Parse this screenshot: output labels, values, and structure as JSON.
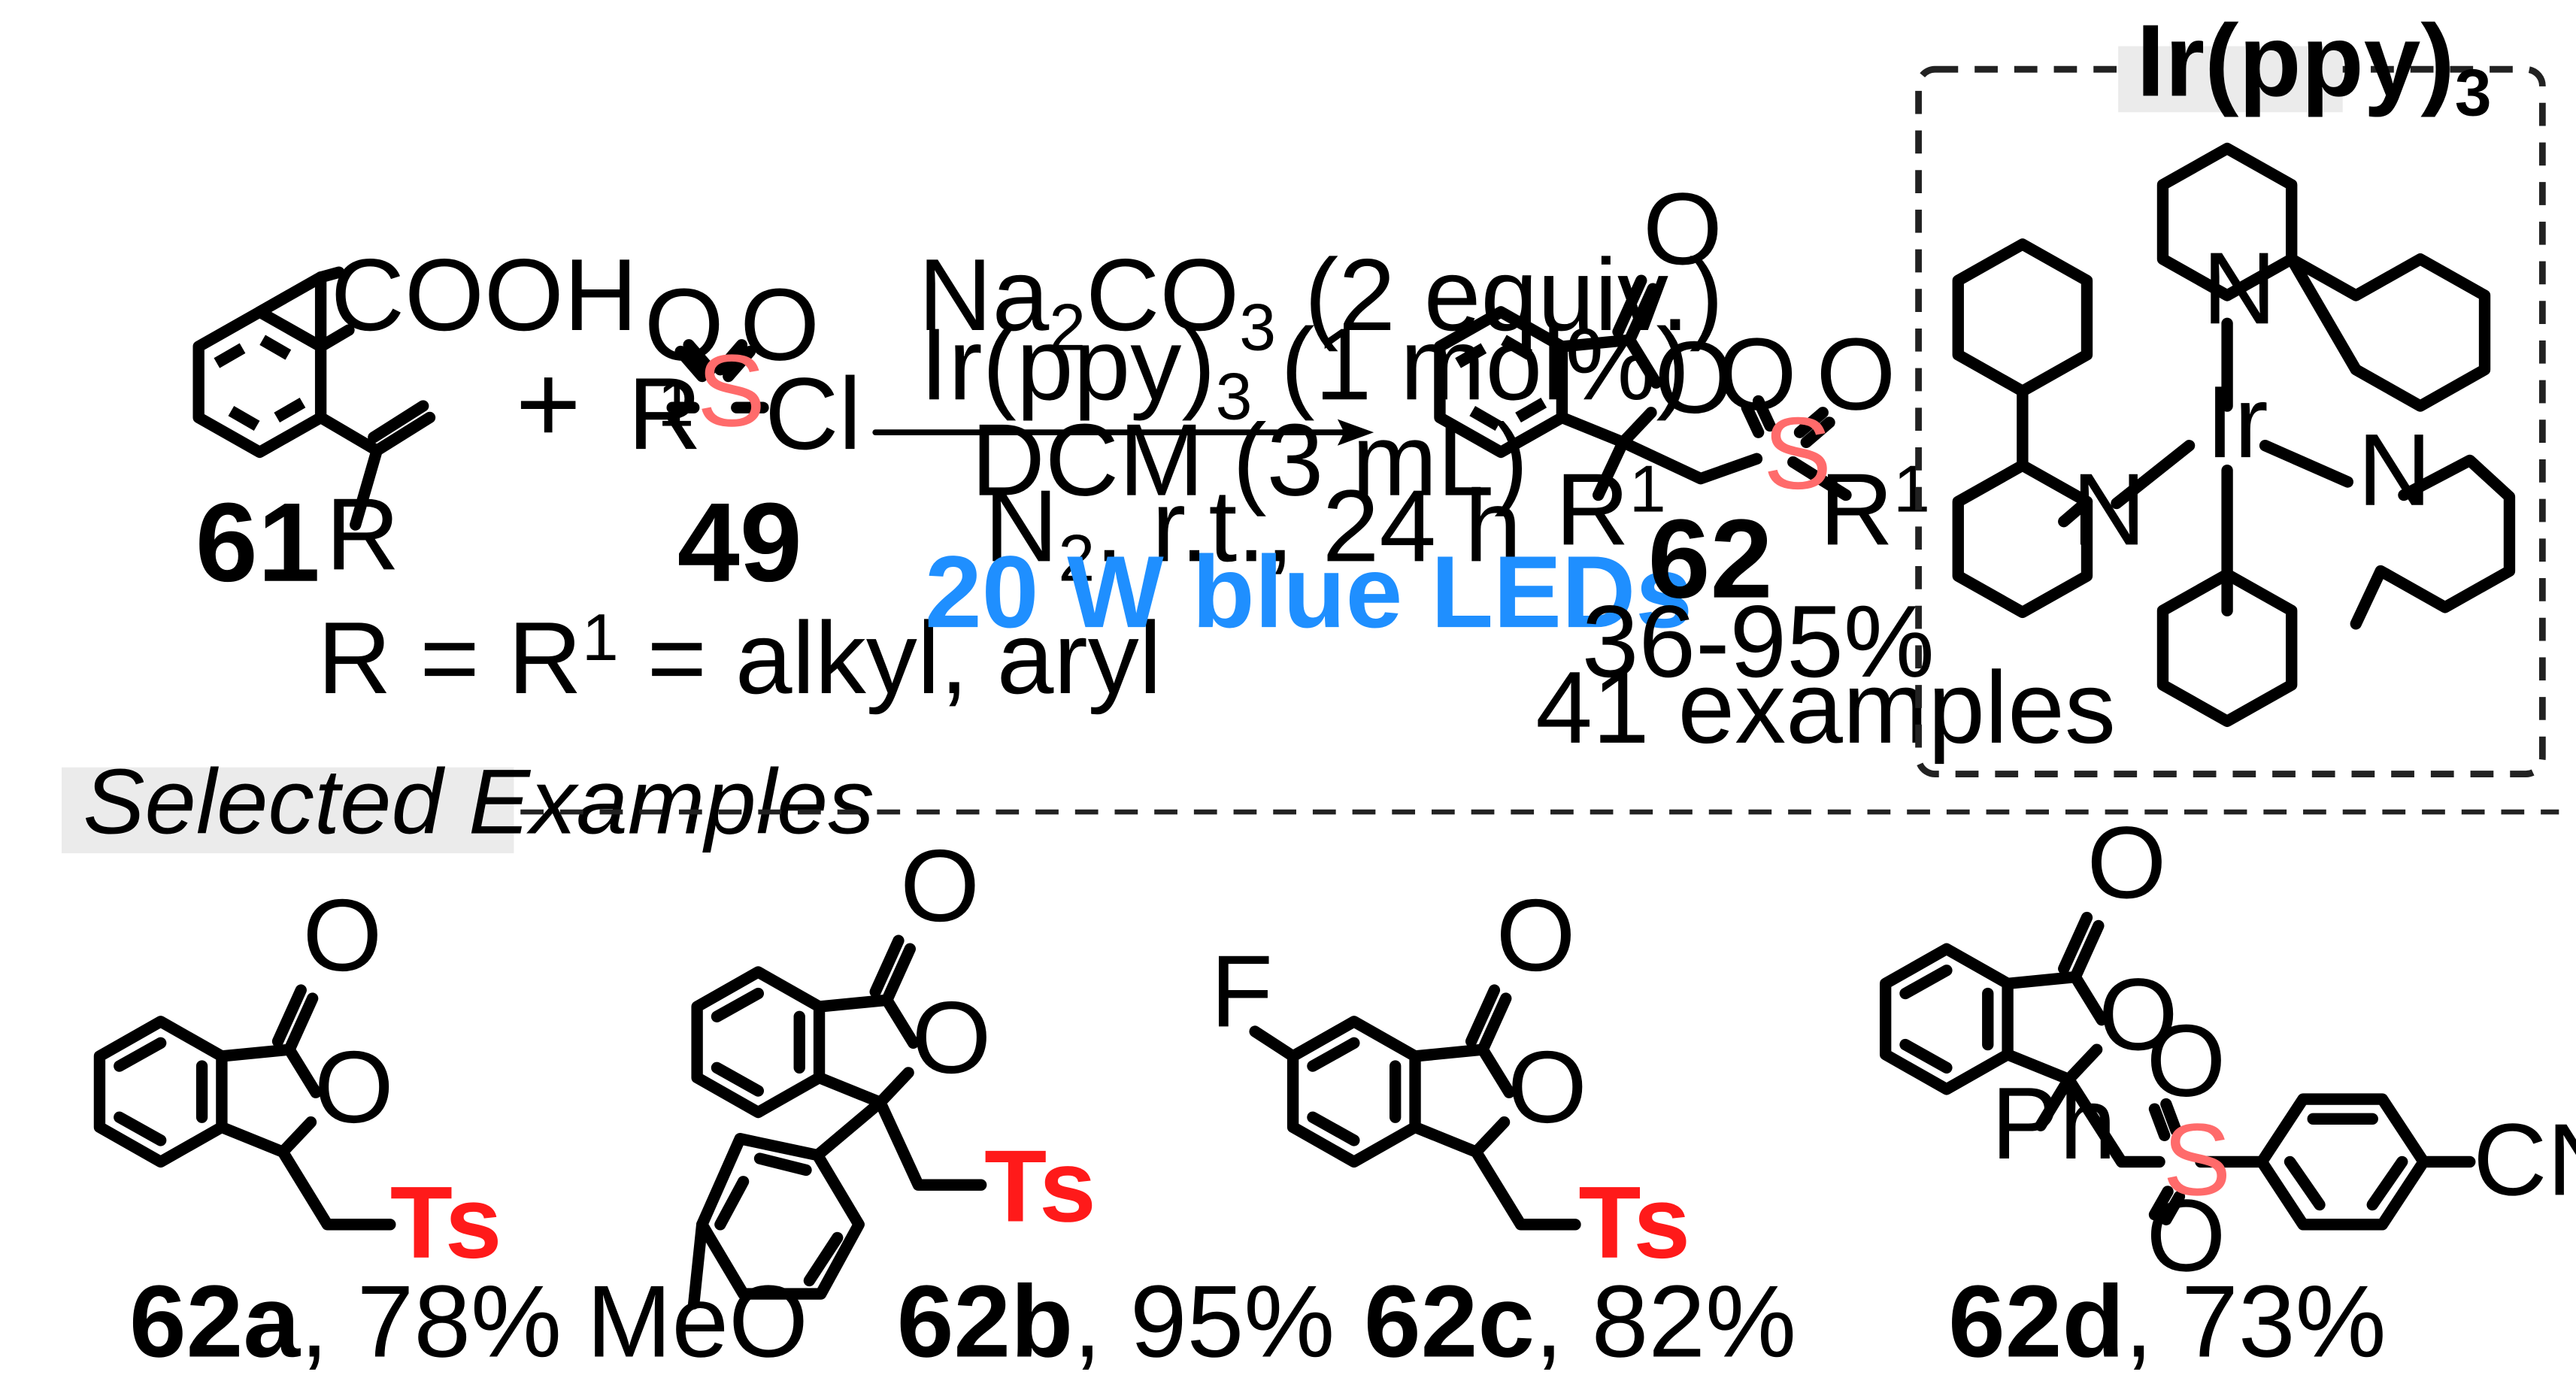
{
  "reaction": {
    "reactant1": {
      "id": "61",
      "substituent_top": "COOH",
      "substituent_R": "R"
    },
    "plus": "+",
    "reactant2": {
      "id": "49",
      "R": "R",
      "sup": "1",
      "S": "S",
      "O": "O",
      "Cl": "Cl"
    },
    "definition": {
      "prefix": "R = R",
      "sup": "1",
      "suffix": " = alkyl, aryl"
    },
    "conditions": {
      "line1": {
        "a": "Na",
        "sub": "2",
        "b": "CO",
        "sub2": "3",
        "c": " (2 equiv.)"
      },
      "line2": {
        "a": "Ir(ppy)",
        "sub": "3",
        "b": " (1 mol%)"
      },
      "line3": "DCM (3 mL)",
      "line4": {
        "a": "N",
        "sub": "2",
        "b": ", r.t., 24 h"
      },
      "line5": "20 W blue LEDs"
    },
    "product": {
      "id": "62",
      "yield": "36-95%",
      "examples": "41 examples",
      "R": "R",
      "sup": "1",
      "S": "S",
      "O": "O"
    }
  },
  "catalyst": {
    "title": {
      "a": "Ir(ppy)",
      "sub": "3"
    },
    "metal": "Ir",
    "N": "N"
  },
  "selected": {
    "label": "Selected Examples",
    "items": [
      {
        "id": "62a",
        "yield": ", 78%",
        "group": "Ts"
      },
      {
        "id": "62b",
        "yield": ", 95%",
        "group": "Ts",
        "ome": "MeO"
      },
      {
        "id": "62c",
        "yield": ", 82%",
        "group": "Ts",
        "F": "F"
      },
      {
        "id": "62d",
        "yield": ", 73%",
        "Ph": "Ph",
        "CN": "CN",
        "S": "S"
      }
    ]
  },
  "colors": {
    "sulfur": "#ff6b6b",
    "ts": "#ff1a1a",
    "leds": "#1f8fff",
    "box_bg": "#ebebeb"
  }
}
